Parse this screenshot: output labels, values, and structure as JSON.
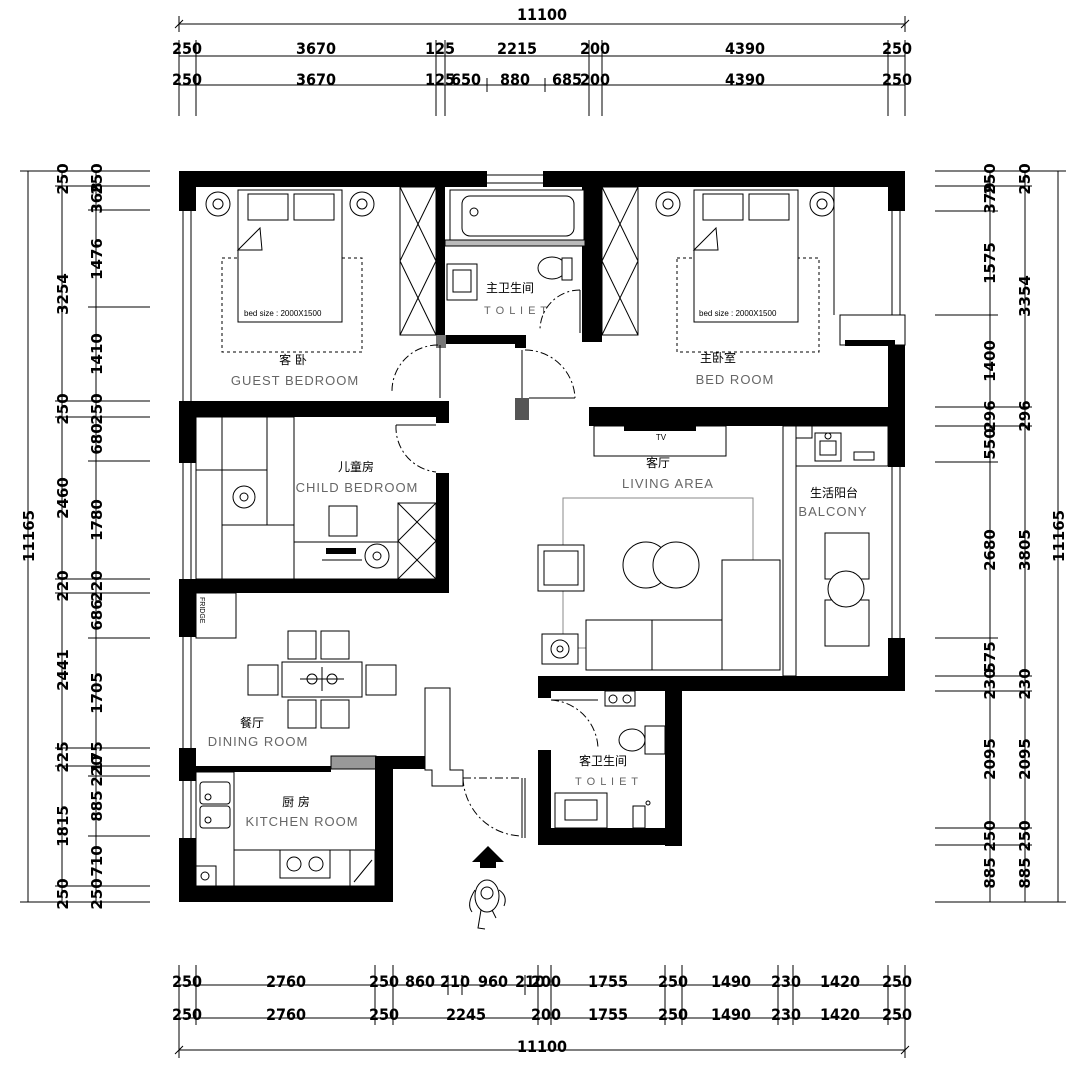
{
  "dimensions": {
    "top_total": "11100",
    "top_row1": [
      "250",
      "3670",
      "125",
      "2215",
      "200",
      "4390",
      "250"
    ],
    "top_row2": [
      "250",
      "3670",
      "125",
      "650",
      "880",
      "685",
      "200",
      "4390",
      "250"
    ],
    "bottom_row1": [
      "250",
      "2760",
      "250",
      "860",
      "210",
      "960",
      "210",
      "200",
      "1755",
      "250",
      "1490",
      "230",
      "1420",
      "250"
    ],
    "bottom_row2": [
      "250",
      "2760",
      "250",
      "2245",
      "200",
      "1755",
      "250",
      "1490",
      "230",
      "1420",
      "250"
    ],
    "bottom_total": "11100",
    "left_total": "11165",
    "left_row1": [
      "250",
      "3254",
      "250",
      "2460",
      "220",
      "2441",
      "225",
      "1815",
      "250"
    ],
    "left_row2": [
      "250",
      "368",
      "1476",
      "1410",
      "250",
      "680",
      "1780",
      "220",
      "686",
      "1705",
      "175",
      "220",
      "885",
      "710",
      "250"
    ],
    "right_total": "11165",
    "right_row1": [
      "250",
      "3354",
      "296",
      "3805",
      "230",
      "2095",
      "250",
      "885"
    ],
    "right_row2": [
      "250",
      "379",
      "1575",
      "1400",
      "296",
      "550",
      "2680",
      "575",
      "230",
      "2095",
      "250",
      "885"
    ]
  },
  "rooms": {
    "guest_bedroom_cn": "客 卧",
    "guest_bedroom_en": "GUEST BEDROOM",
    "master_toilet_cn": "主卫生间",
    "master_toilet_en": "T O L I E T",
    "bed_room_cn": "主卧室",
    "bed_room_en": "BED   ROOM",
    "child_bedroom_cn": "儿童房",
    "child_bedroom_en": "CHILD BEDROOM",
    "living_cn": "客厅",
    "living_en": "LIVING   AREA",
    "balcony_cn": "生活阳台",
    "balcony_en": "BALCONY",
    "dining_cn": "餐厅",
    "dining_en": "DINING ROOM",
    "kitchen_cn": "厨 房",
    "kitchen_en": "KITCHEN ROOM",
    "guest_toilet_cn": "客卫生间",
    "guest_toilet_en": "T O L I E T"
  },
  "labels": {
    "bed_size_left": "bed size : 2000X1500",
    "bed_size_right": "bed size : 2000X1500",
    "tv": "TV",
    "fridge": "FRIDGE"
  }
}
